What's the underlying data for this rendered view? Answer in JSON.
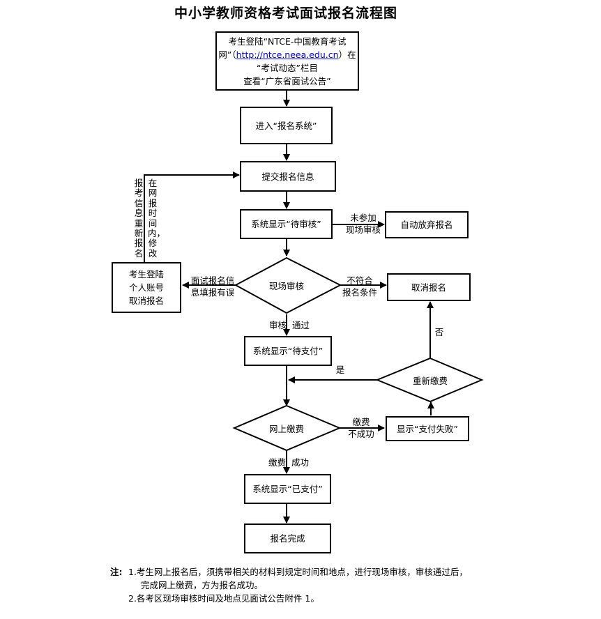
{
  "title": "中小学教师资格考试面试报名流程图",
  "nodes": {
    "login_1": "考生登陆“NTCE-中国教育考试",
    "login_2a": "网”（",
    "login_link": "http://ntce.neea.edu.cn",
    "login_2b": "）在",
    "login_3": "“考试动态”栏目",
    "login_4": "查看“广东省面试公告”",
    "enter_system": "进入“报名系统”",
    "submit_info": "提交报名信息",
    "pending_review": "系统显示“待审核”",
    "auto_abandon": "自动放弃报名",
    "onsite_review": "现场审核",
    "cancel_registration": "取消报名",
    "cancel_self_1": "考生登陆",
    "cancel_self_2": "个人账号",
    "cancel_self_3": "取消报名",
    "pending_payment": "系统显示“待支付”",
    "repay": "重新缴费",
    "online_payment": "网上缴费",
    "payment_failed": "显示“支付失败”",
    "paid": "系统显示“已支付”",
    "complete": "报名完成"
  },
  "edge_labels": {
    "not_attend_1": "未参加",
    "not_attend_2": "现场审核",
    "error_1": "面试报名信",
    "error_2": "息填报有误",
    "not_meet_1": "不符合",
    "not_meet_2": "报名条件",
    "review_pass": "审核  通过",
    "yes": "是",
    "no": "否",
    "pay_fail_1": "缴费",
    "pay_fail_2": "不成功",
    "pay_success": "缴费  成功",
    "reapply_left": "报考信息重新报名",
    "reapply_right": "在网报时间内，修改"
  },
  "notes": {
    "prefix": "注:",
    "n1_a": "1.考生网上报名后，须携带相关的材料到规定时间和地点，进行现场审核，审核通过后，",
    "n1_b": "完成网上缴费，方为报名成功。",
    "n2": "2.各考区现场审核时间及地点见面试公告附件 1。"
  }
}
